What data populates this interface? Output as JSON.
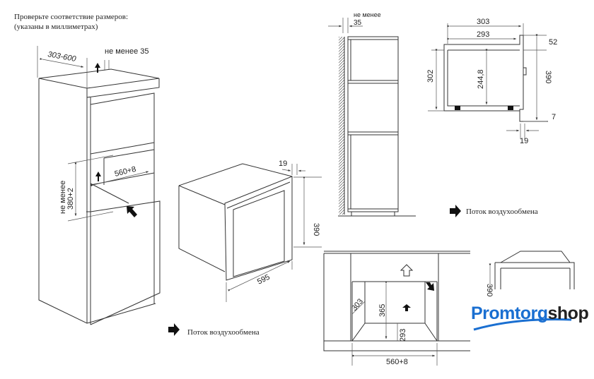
{
  "title": {
    "line1": "Проверьте соответствие размеров:",
    "line2": "(указаны в миллиметрах)"
  },
  "left_cabinet": {
    "depth": "303-600",
    "gap_top": "не менее 35",
    "niche_height_label": "не менее",
    "niche_height": "380+2",
    "niche_width": "560+8"
  },
  "oven": {
    "frame": "19",
    "height": "390",
    "width": "595"
  },
  "legend": {
    "airflow": "Поток воздухообмена"
  },
  "side_view": {
    "gap_label": "не менее",
    "gap": "35"
  },
  "section": {
    "d303": "303",
    "d293": "293",
    "d302": "302",
    "d244": "244,8",
    "d390": "390",
    "d52": "52",
    "d7": "7",
    "d19": "19"
  },
  "legend2": {
    "airflow": "Поток воздухообмена"
  },
  "front_view": {
    "d303": "303",
    "d365": "365",
    "d293": "293",
    "width": "560+8",
    "d390": "390"
  },
  "logo": {
    "part1": "Promtorg",
    "part2": "shop",
    "color1": "#1a6fd1",
    "color2": "#222222"
  }
}
